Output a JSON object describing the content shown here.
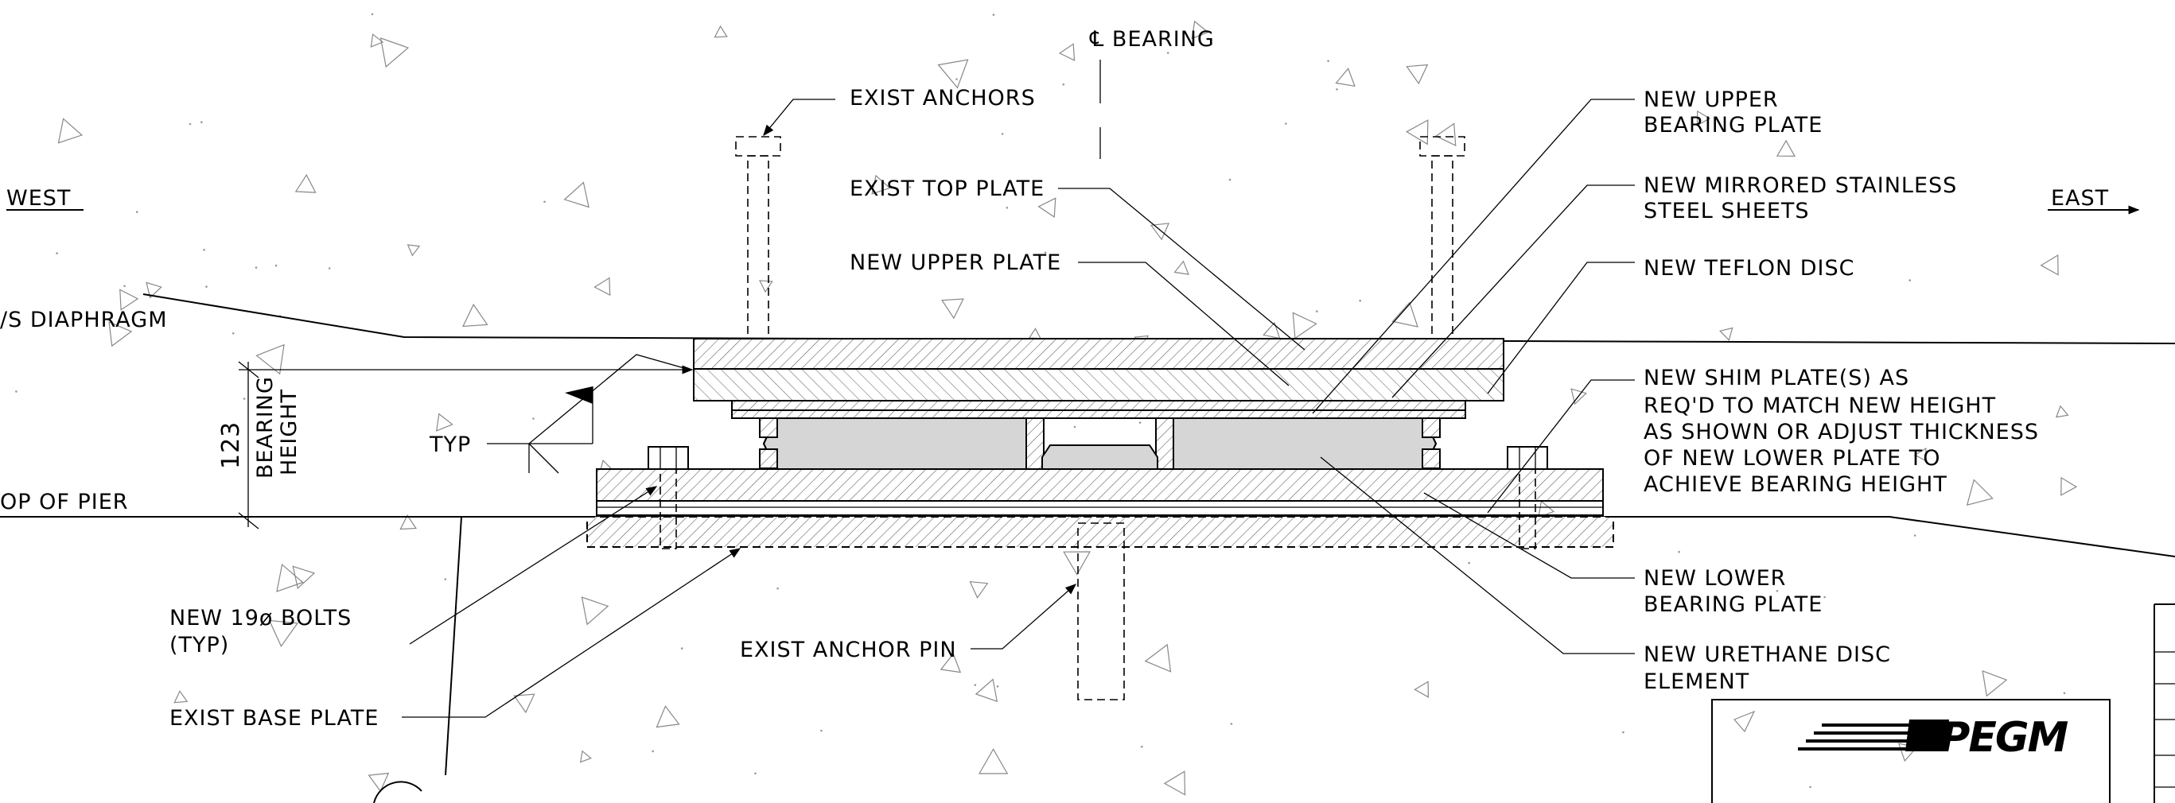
{
  "labels": {
    "centerline": "℄ BEARING",
    "west": "WEST",
    "east": "EAST",
    "diaphragm": "/S DIAPHRAGM",
    "top_of_pier": "OP OF PIER",
    "dimension": "123",
    "bearing_height_1": "BEARING",
    "bearing_height_2": "HEIGHT",
    "typ": "TYP",
    "exist_anchors": "EXIST ANCHORS",
    "exist_top_plate": "EXIST TOP PLATE",
    "new_upper_plate": "NEW UPPER PLATE",
    "new_upper_bearing_plate_1": "NEW UPPER",
    "new_upper_bearing_plate_2": "BEARING PLATE",
    "mirrored_sheets_1": "NEW MIRRORED STAINLESS",
    "mirrored_sheets_2": "STEEL SHEETS",
    "teflon_disc": "NEW TEFLON DISC",
    "shim_1": "NEW SHIM PLATE(S) AS",
    "shim_2": "REQ'D TO MATCH NEW HEIGHT",
    "shim_3": "AS SHOWN OR ADJUST THICKNESS",
    "shim_4": "OF NEW LOWER PLATE TO",
    "shim_5": "ACHIEVE BEARING HEIGHT",
    "lower_bearing_plate_1": "NEW LOWER",
    "lower_bearing_plate_2": "BEARING PLATE",
    "urethane_1": "NEW URETHANE DISC",
    "urethane_2": "ELEMENT",
    "bolts_1": "NEW 19ø BOLTS",
    "bolts_2": "(TYP)",
    "exist_anchor_pin": "EXIST ANCHOR PIN",
    "exist_base_plate": "EXIST BASE PLATE",
    "logo": "APEGM"
  },
  "icons": {
    "centerline": "centerline-icon",
    "flag": "weld-flag-icon",
    "arrow": "arrowhead-icon",
    "logo": "apegm-logo-icon"
  },
  "colors": {
    "ink": "#000000",
    "aggregate": "#888888",
    "disc_fill": "#d6d6d6",
    "background": "#ffffff"
  }
}
